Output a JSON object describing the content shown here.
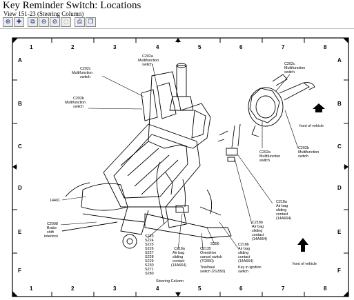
{
  "window": {
    "title": "Key Reminder Switch:  Locations",
    "subtitle": "View 151-23 (Steering Column)"
  },
  "toolbar": {
    "buttons": [
      {
        "name": "zoom-in-button",
        "glyph": "⊕"
      },
      {
        "name": "pan-button",
        "glyph": "✚"
      },
      {
        "name": "zoom-window-button",
        "glyph": "⧉"
      },
      {
        "name": "zoom-out-button",
        "glyph": "⊖"
      },
      {
        "name": "zoom-fit-button",
        "glyph": "⊘"
      },
      {
        "name": "print-button",
        "glyph": "⎙"
      },
      {
        "name": "copy-button",
        "glyph": "❐"
      }
    ]
  },
  "grid": {
    "columns": [
      "1",
      "2",
      "3",
      "4",
      "5",
      "6",
      "7",
      "8"
    ],
    "rows": [
      "A",
      "B",
      "C",
      "D",
      "E",
      "F"
    ]
  },
  "callouts": {
    "c202a_top": [
      "C202a",
      "Multifunction",
      "switch"
    ],
    "c202c_left": [
      "C202c",
      "Multifunction",
      "switch"
    ],
    "c202b_left": [
      "C202b",
      "Multifunction",
      "switch"
    ],
    "c202c_right": [
      "C202c",
      "Multifunction",
      "switch"
    ],
    "c202a_right": [
      "C202a",
      "Multifunction",
      "switch"
    ],
    "c202b_right": [
      "C202b",
      "Multifunction",
      "switch"
    ],
    "front_of_vehicle_top": "front of vehicle",
    "front_of_vehicle_bottom": "front of vehicle",
    "n14401": "14401",
    "c2008": [
      "C2008",
      "Brake",
      "shift",
      "interlock"
    ],
    "s_list": [
      "S223",
      "S224",
      "S225",
      "S226",
      "S227",
      "S228",
      "S229",
      "S230",
      "S271",
      "S280"
    ],
    "c218a_bottom": [
      "C218a",
      "Air bag",
      "sliding",
      "contact",
      "(14A664)"
    ],
    "c2135": [
      "C2135",
      "Overdrive",
      "cancel switch",
      "(7G550)"
    ],
    "s306": "S306",
    "towhaul": [
      "Tow/haul",
      "switch (7G550)"
    ],
    "c218b_bottom": [
      "C218b",
      "Air bag",
      "sliding",
      "contact",
      "(14A664)"
    ],
    "key_switch": [
      "Key in ignition",
      "switch"
    ],
    "c218b_right": [
      "C218b",
      "Air bag",
      "sliding",
      "contact",
      "(14A664)"
    ],
    "c218a_right": [
      "C218a",
      "Air bag",
      "sliding",
      "contact",
      "(14A664)"
    ],
    "steering_column": "Steering Column"
  },
  "colors": {
    "line": "#000000",
    "toolbar_icon": "#0a2a8a"
  }
}
